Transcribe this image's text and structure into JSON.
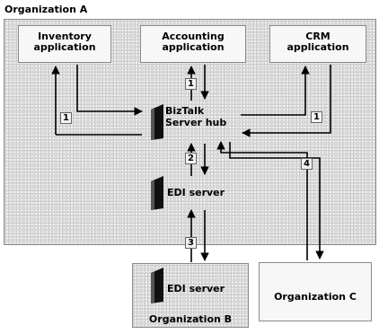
{
  "org_a": {
    "title": "Organization A"
  },
  "apps": {
    "inventory": [
      "Inventory",
      "application"
    ],
    "accounting": [
      "Accounting",
      "application"
    ],
    "crm": [
      "CRM",
      "application"
    ]
  },
  "hub": [
    "BizTalk",
    "Server hub"
  ],
  "edi_a": "EDI server",
  "org_b": {
    "title": "Organization B",
    "edi": "EDI server"
  },
  "org_c": {
    "title": "Organization C"
  },
  "steps": {
    "inventory": "1",
    "accounting": "1",
    "crm": "1",
    "hub_edi": "2",
    "edi_edi": "3",
    "hub_org_c": "4"
  }
}
